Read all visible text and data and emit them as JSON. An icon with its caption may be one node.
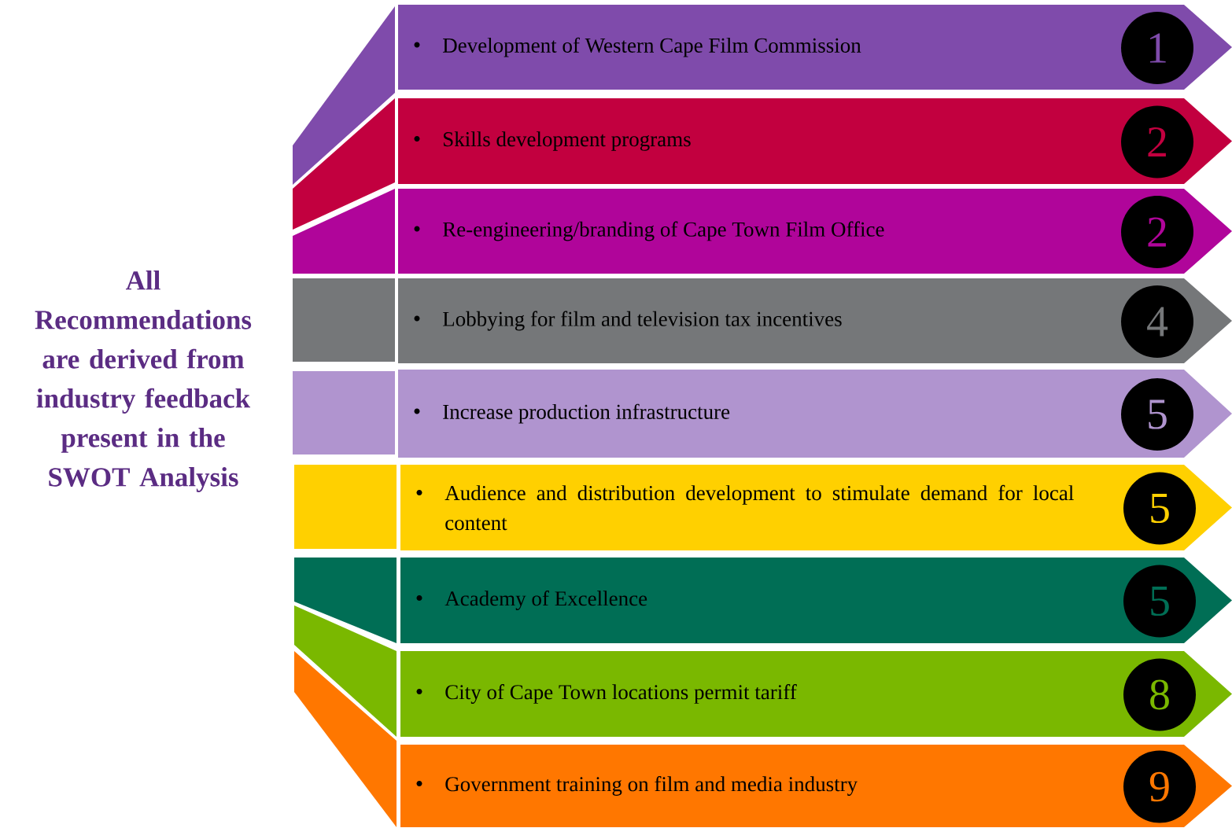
{
  "diagram": {
    "nodes": [
      {
        "text": [
          "All Recommendations are derived from industry feedback present in the SWOT Analysis"
        ]
      },
      {
        "text": [
          "Development of Western Cape Film Commission"
        ]
      },
      {
        "text": [
          "1"
        ],
        "in": 1
      },
      {
        "text": [
          "Skills development programs"
        ]
      },
      {
        "text": [
          "2"
        ],
        "in": 3
      },
      {
        "text": [
          "Re-engineering/branding of Cape Town Film Office"
        ]
      },
      {
        "text": [
          "2"
        ],
        "in": 5
      },
      {
        "text": [
          "Lobbying for film and television tax incentives"
        ]
      },
      {
        "text": [
          "4"
        ],
        "in": 7
      },
      {
        "text": [
          "Increase production infrastructure"
        ]
      },
      {
        "text": [
          "5"
        ],
        "in": 9
      },
      {
        "text": [
          "Audience and distribution development to stimulate demand for local content"
        ]
      },
      {
        "text": [
          "5"
        ],
        "in": 11
      },
      {
        "text": [
          "Academy of Excellence"
        ]
      },
      {
        "text": [
          "5"
        ],
        "in": 13
      },
      {
        "text": [
          "City of Cape Town locations permit tariff"
        ]
      },
      {
        "text": [
          "8"
        ],
        "in": 15
      },
      {
        "text": [
          "Government training on film and media industry"
        ]
      },
      {
        "text": [
          "9"
        ],
        "in": 17
      }
    ]
  }
}
